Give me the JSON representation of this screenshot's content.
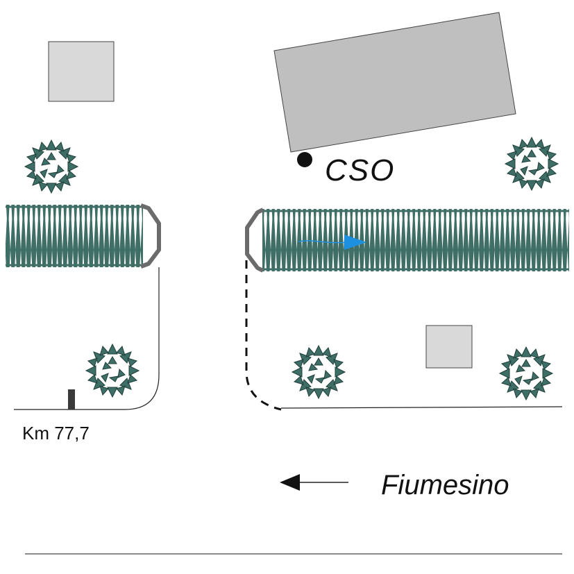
{
  "labels": {
    "cso": "CSO",
    "km": "Km 77,7",
    "town": "Fiumesino"
  },
  "colors": {
    "building_dark": "#bfbfbf",
    "building_light": "#d9d9d9",
    "foliage": "#3e6e66",
    "pipe_end": "#6b6b6b",
    "flow_arrow": "#1e90e0",
    "line": "#222222"
  },
  "icons": {
    "tree": "tree-icon",
    "direction": "arrow-left-icon",
    "flow": "flow-arrow-icon"
  }
}
